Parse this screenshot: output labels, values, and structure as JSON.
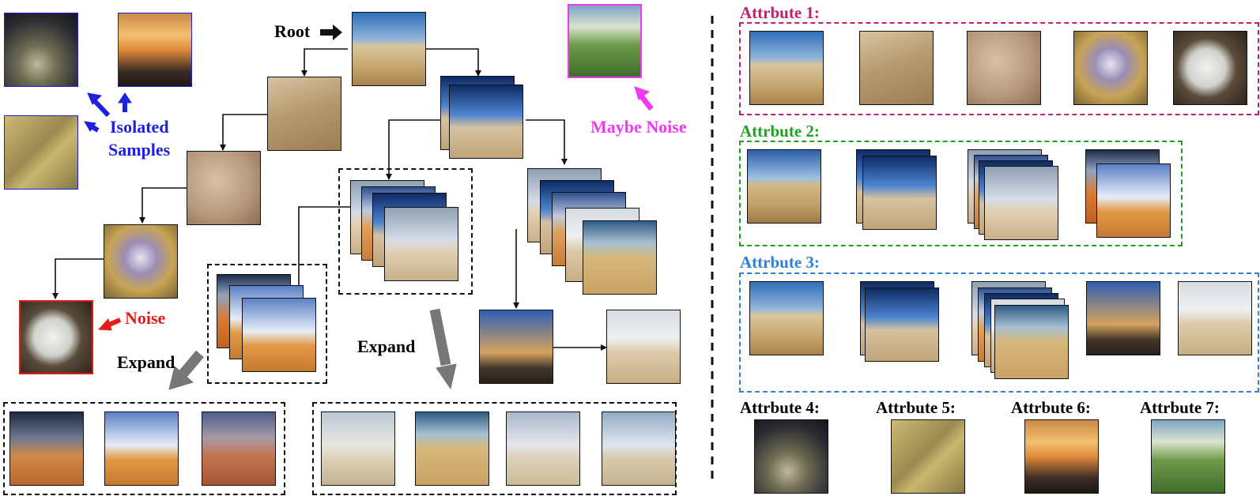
{
  "labels": {
    "root": "Root",
    "isolated_line1": "Isolated",
    "isolated_line2": "Samples",
    "maybe_noise": "Maybe Noise",
    "noise": "Noise",
    "expand_left": "Expand",
    "expand_right": "Expand"
  },
  "attributes": {
    "a1": "Attrbute 1:",
    "a2": "Attrbute 2:",
    "a3": "Attrbute 3:",
    "a4": "Attrbute 4:",
    "a5": "Attrbute 5:",
    "a6": "Attrbute 6:",
    "a7": "Attrbute 7:"
  },
  "colors": {
    "isolated": "#1f1fe0",
    "maybe_noise": "#ef3bef",
    "noise": "#e51b1b",
    "attr1": "#c0206b",
    "attr2": "#1fa31f",
    "attr3": "#2f7fd6",
    "black": "#111111",
    "gray_arrow": "#777777"
  }
}
